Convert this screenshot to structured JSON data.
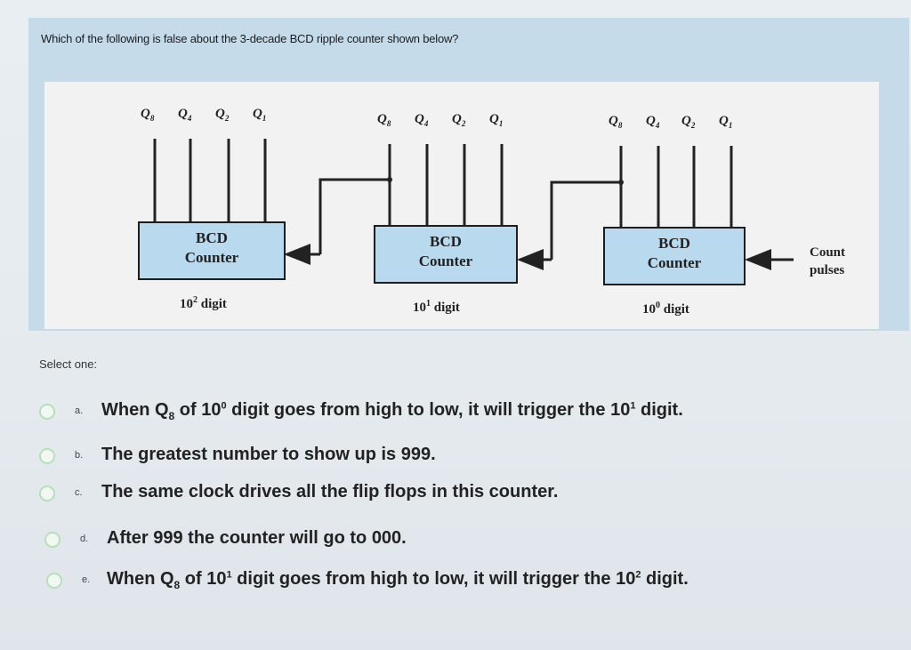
{
  "question": {
    "text": "Which of the following is false about the 3-decade BCD ripple counter shown below?"
  },
  "diagram": {
    "counter_label_line1": "BCD",
    "counter_label_line2": "Counter",
    "digit_base": "10",
    "digit_word": "digit",
    "counters": [
      {
        "digit_exponent": "2"
      },
      {
        "digit_exponent": "1"
      },
      {
        "digit_exponent": "0"
      }
    ],
    "q_base": "Q",
    "q_subscripts": [
      "8",
      "4",
      "2",
      "1"
    ],
    "count_line1": "Count",
    "count_line2": "pulses"
  },
  "select_one": "Select one:",
  "options": [
    {
      "letter": "a.",
      "before": "When Q",
      "sub": "8",
      "middle": " of 10",
      "sup1": "0",
      "middle2": " digit goes from high to low, it will trigger the 10",
      "sup2": "1",
      "after": " digit."
    },
    {
      "letter": "b.",
      "text": "The greatest number to show up is 999."
    },
    {
      "letter": "c.",
      "text": "The same clock drives all the flip flops in this counter."
    },
    {
      "letter": "d.",
      "text": "After 999 the counter will go to 000."
    },
    {
      "letter": "e.",
      "before": "When Q",
      "sub": "8",
      "middle": " of 10",
      "sup1": "1",
      "middle2": " digit goes from high to low, it will trigger the 10",
      "sup2": "2",
      "after": " digit."
    }
  ]
}
